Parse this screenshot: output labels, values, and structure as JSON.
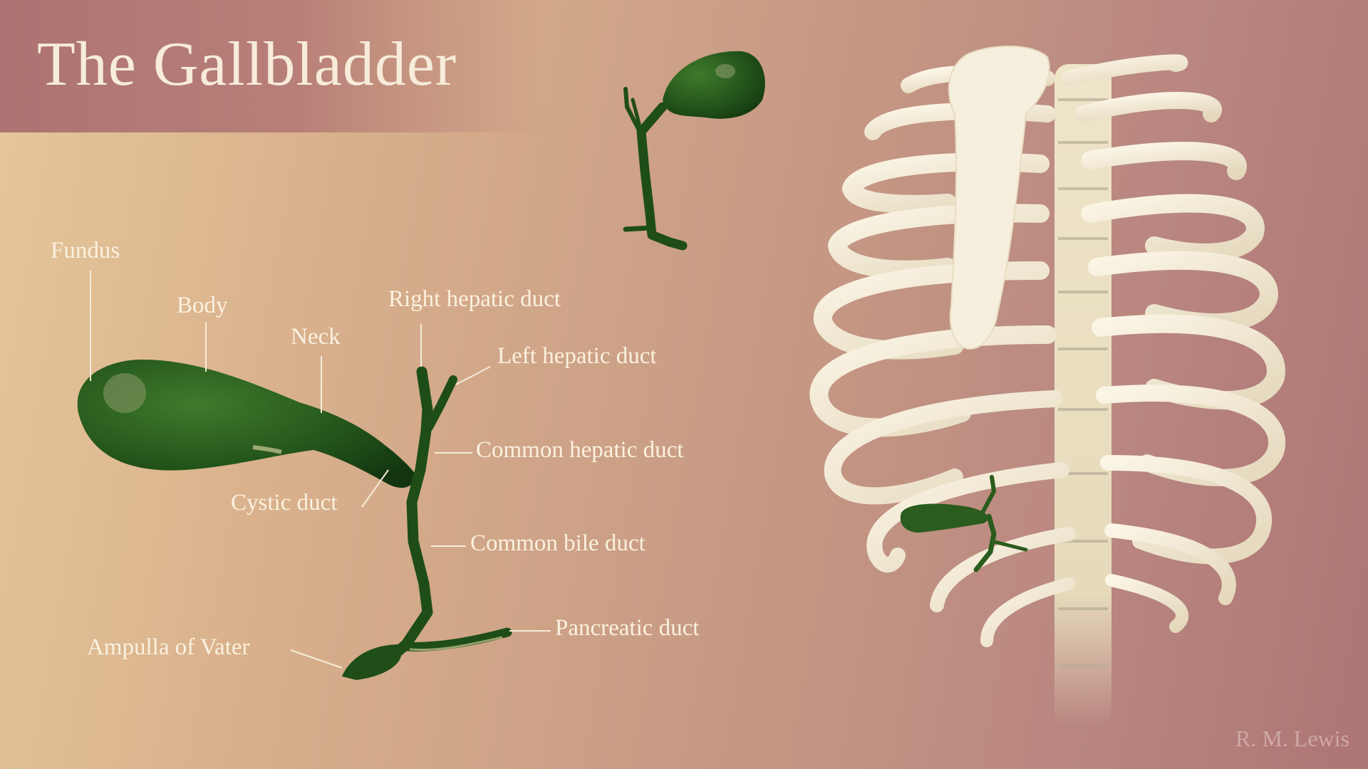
{
  "title": "The Gallbladder",
  "labels": {
    "fundus": "Fundus",
    "body": "Body",
    "neck": "Neck",
    "right_hepatic_duct": "Right hepatic duct",
    "left_hepatic_duct": "Left hepatic duct",
    "common_hepatic_duct": "Common hepatic duct",
    "cystic_duct": "Cystic duct",
    "common_bile_duct": "Common bile duct",
    "pancreatic_duct": "Pancreatic duct",
    "ampulla_of_vater": "Ampulla of Vater"
  },
  "credit": "R. M. Lewis",
  "colors": {
    "organ": "#1f4d17",
    "bone": "#efe6d0",
    "label_text": "#fbf1df"
  }
}
